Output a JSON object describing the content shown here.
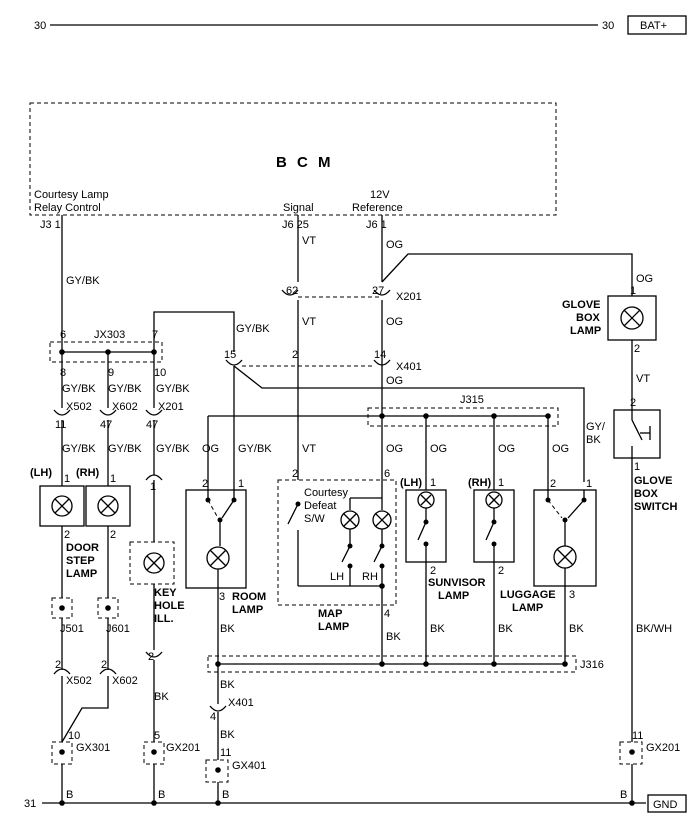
{
  "rails": {
    "top_num": "30",
    "top_num_r": "30",
    "top_label": "BAT+",
    "bot_num": "31",
    "bot_label": "GND"
  },
  "bcm": {
    "title": "B C M",
    "courtesy": [
      "Courtesy Lamp",
      "Relay Control"
    ],
    "signal": "Signal",
    "ref": [
      "12V",
      "Reference"
    ],
    "pin_courtesy": "J3 1",
    "pin_signal": "J6 25",
    "pin_ref": "J6 1"
  },
  "wires": {
    "vt": "VT",
    "og": "OG",
    "gybk": "GY/BK",
    "bk": "BK",
    "bkwh": "BK/WH",
    "b": "B",
    "gy": "GY/",
    "bk2": "BK"
  },
  "conn": {
    "x201": "X201",
    "x401": "X401",
    "x502": "X502",
    "x602": "X602",
    "jx303": "JX303",
    "j315": "J315",
    "j316": "J316",
    "j501": "J501",
    "j601": "J601",
    "gx301": "GX301",
    "gx201": "GX201",
    "gx401": "GX401"
  },
  "pins": {
    "p62": "62",
    "p27": "27",
    "p2": "2",
    "p14": "14",
    "p15": "15",
    "p6": "6",
    "p7": "7",
    "p8": "8",
    "p9": "9",
    "p10": "10",
    "p11": "11",
    "p47": "47",
    "p1": "1",
    "p3": "3",
    "p4": "4",
    "p5": "5"
  },
  "comp": {
    "glove_lamp": [
      "GLOVE",
      "BOX",
      "LAMP"
    ],
    "glove_sw": [
      "GLOVE",
      "BOX",
      "SWITCH"
    ],
    "door": [
      "DOOR",
      "STEP",
      "LAMP"
    ],
    "keyhole": [
      "KEY",
      "HOLE",
      "ILL."
    ],
    "room": [
      "ROOM",
      "LAMP"
    ],
    "map": [
      "MAP",
      "LAMP"
    ],
    "courtesy_sw": [
      "Courtesy",
      "Defeat",
      "S/W"
    ],
    "sunvisor": [
      "SUNVISOR",
      "LAMP"
    ],
    "luggage": [
      "LUGGAGE",
      "LAMP"
    ],
    "lh": "(LH)",
    "rh": "(RH)",
    "lh2": "LH",
    "rh2": "RH"
  }
}
